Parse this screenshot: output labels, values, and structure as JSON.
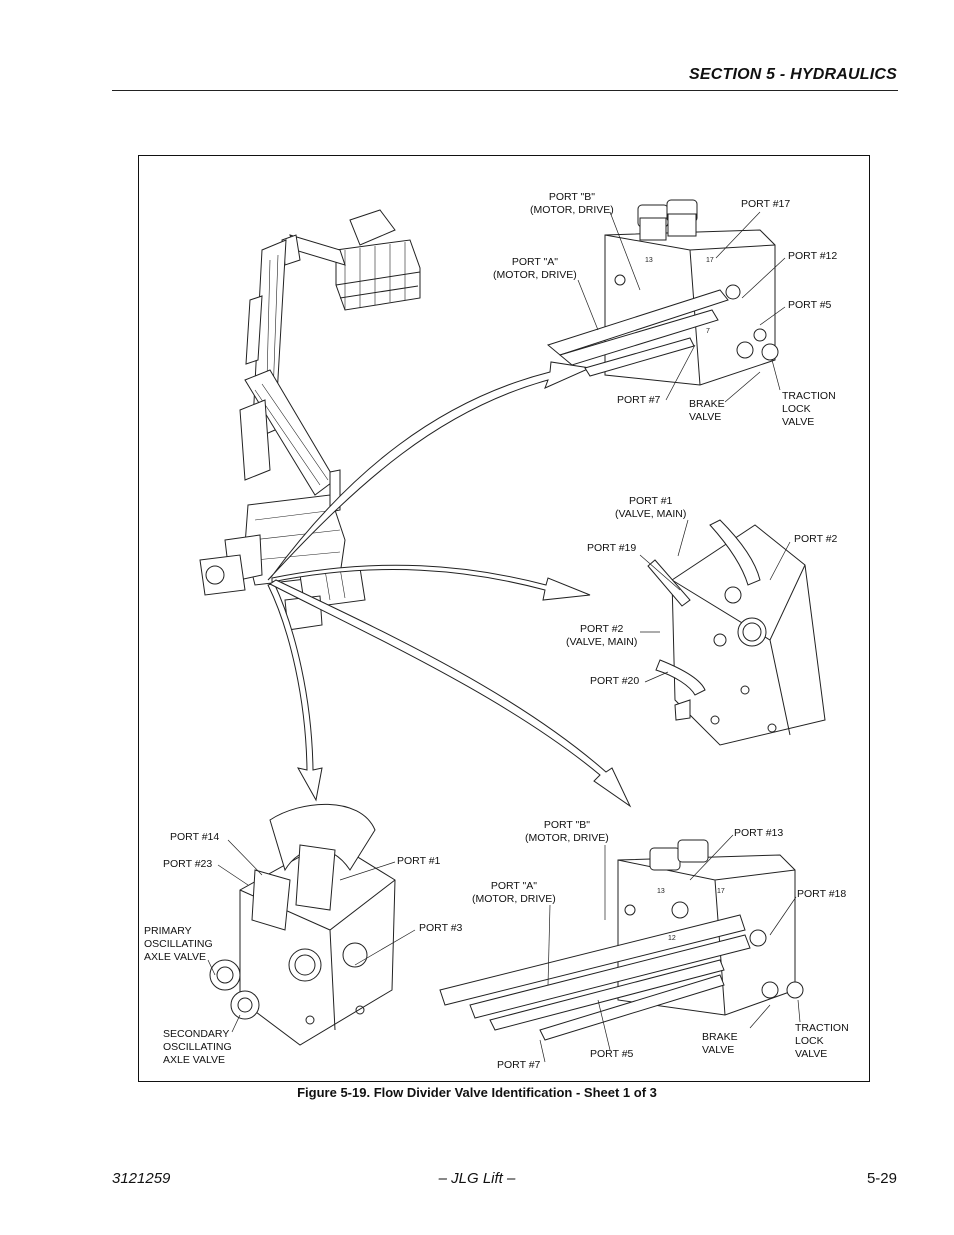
{
  "header": {
    "section_title": "SECTION 5 - HYDRAULICS"
  },
  "figure": {
    "caption": "Figure 5-19.  Flow Divider Valve Identification - Sheet 1 of 3",
    "labels": {
      "top_port_b": "PORT \"B\"\n(MOTOR, DRIVE)",
      "top_port_17": "PORT #17",
      "top_port_12": "PORT #12",
      "top_port_a": "PORT \"A\"\n(MOTOR, DRIVE)",
      "top_port_5": "PORT #5",
      "top_port_7": "PORT #7",
      "top_brake": "BRAKE\nVALVE",
      "top_traction": "TRACTION\nLOCK\nVALVE",
      "mid_port_1": "PORT #1\n(VALVE, MAIN)",
      "mid_port_2": "PORT #2",
      "mid_port_19": "PORT #19",
      "mid_port_2_main": "PORT #2\n(VALVE, MAIN)",
      "mid_port_20": "PORT #20",
      "bl_port_14": "PORT #14",
      "bl_port_23": "PORT #23",
      "bl_port_1": "PORT #1",
      "bl_port_3": "PORT #3",
      "bl_primary": "PRIMARY\nOSCILLATING\nAXLE VALVE",
      "bl_secondary": "SECONDARY\nOSCILLATING\nAXLE VALVE",
      "br_port_b": "PORT \"B\"\n(MOTOR, DRIVE)",
      "br_port_13": "PORT #13",
      "br_port_a": "PORT \"A\"\n(MOTOR, DRIVE)",
      "br_port_18": "PORT #18",
      "br_brake": "BRAKE\nVALVE",
      "br_traction": "TRACTION\nLOCK\nVALVE",
      "br_port_5": "PORT #5",
      "br_port_7": "PORT #7"
    },
    "component_marks": {
      "c13": "13",
      "c17": "17",
      "c12": "12",
      "c7": "7"
    }
  },
  "footer": {
    "doc_number": "3121259",
    "brand": "– JLG Lift –",
    "page": "5-29"
  }
}
